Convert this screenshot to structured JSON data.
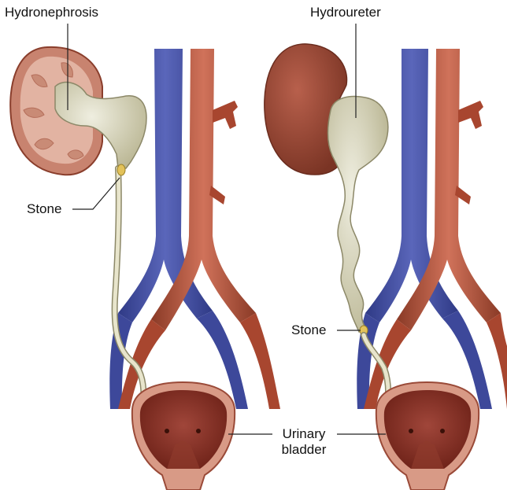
{
  "labels": {
    "hydronephrosis": "Hydronephrosis",
    "hydroureter": "Hydroureter",
    "stone_left": "Stone",
    "stone_right": "Stone",
    "urinary_bladder_line1": "Urinary",
    "urinary_bladder_line2": "bladder"
  },
  "colors": {
    "vein": "#4a56a8",
    "artery": "#b4553c",
    "kidney": "#9a4a38",
    "kidney_cortex": "#d99a86",
    "renal_pelvis": "#c9c6a4",
    "ureter": "#d8d4b8",
    "bladder_wall": "#c0705c",
    "bladder_inner": "#8a3428",
    "leader_line": "#222222"
  }
}
